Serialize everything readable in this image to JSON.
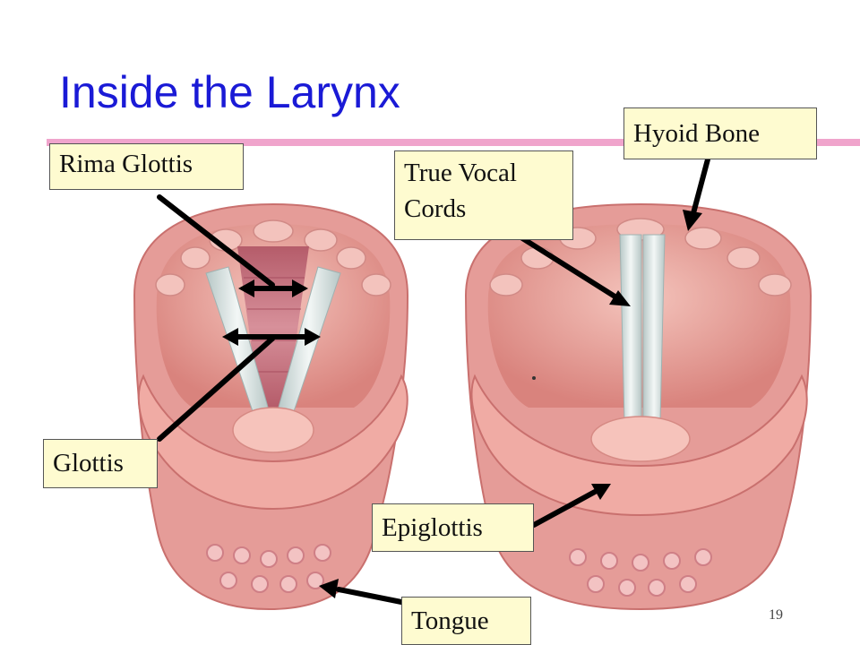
{
  "title": "Inside the Larynx",
  "page_number": "19",
  "labels": {
    "rima_glottis": "Rima Glottis",
    "true_vocal_cords_line1": "True Vocal",
    "true_vocal_cords_line2": "Cords",
    "hyoid_bone": "Hyoid Bone",
    "glottis": "Glottis",
    "epiglottis": "Epiglottis",
    "tongue": "Tongue"
  },
  "colors": {
    "title": "#1a1ad6",
    "rule": "#f0a4cc",
    "label_fill": "#fefbd0",
    "tissue": "#e9a7a2",
    "vocal_cord": "#e4ece9"
  }
}
